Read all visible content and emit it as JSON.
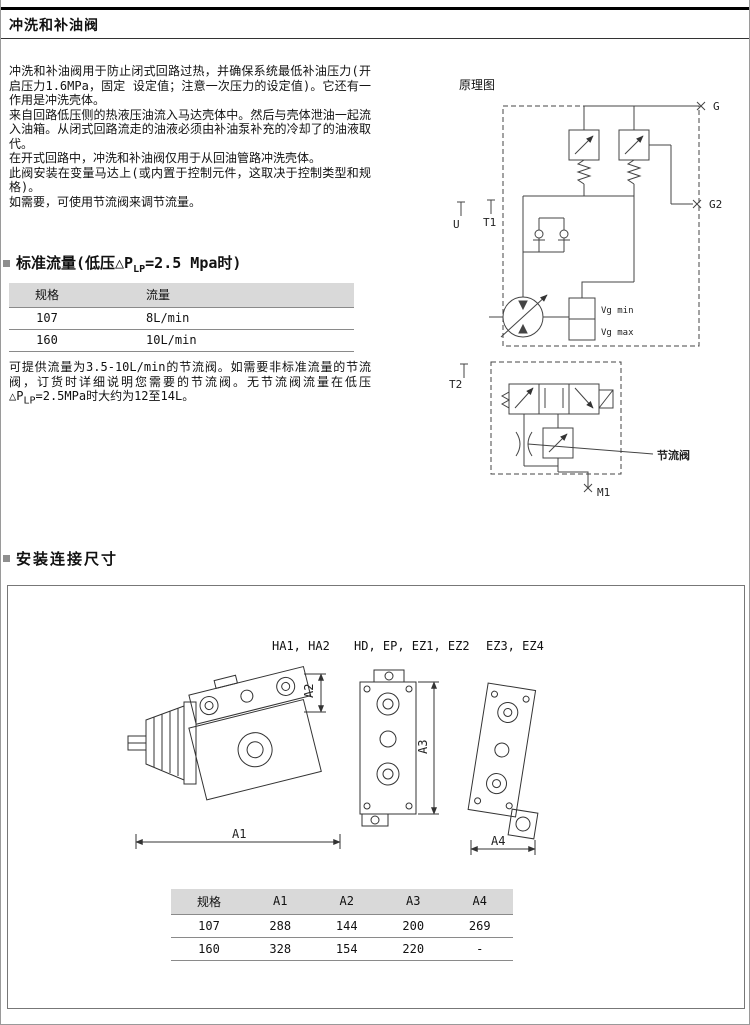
{
  "page": {
    "title": "冲洗和补油阀"
  },
  "intro": {
    "p1": "冲洗和补油阀用于防止闭式回路过热，并确保系统最低补油压力(开启压力1.6MPa，固定 设定值；注意一次压力的设定值)。它还有一作用是冲洗壳体。",
    "p2": "来自回路低压侧的热液压油流入马达壳体中。然后与壳体泄油一起流入油箱。从闭式回路流走的油液必须由补油泵补充的冷却了的油液取代。",
    "p3": "在开式回路中，冲洗和补油阀仅用于从回油管路冲洗壳体。",
    "p4": "此阀安装在变量马达上(或内置于控制元件，这取决于控制类型和规格)。",
    "p5": "如需要，可使用节流阀来调节流量。"
  },
  "schematic": {
    "label": "原理图",
    "ports": {
      "g": "G",
      "g2": "G2",
      "u": "U",
      "t1": "T1",
      "t2": "T2",
      "m1": "M1",
      "vg_min": "Vg min",
      "vg_max": "Vg max"
    },
    "throttle_label": "节流阀"
  },
  "flow_section": {
    "heading_pre": "标准流量(低压△P",
    "heading_sub": "LP",
    "heading_post": "=2.5 Mpa时)",
    "table": {
      "headers": [
        "规格",
        "流量"
      ],
      "rows": [
        [
          "107",
          "8L/min"
        ],
        [
          "160",
          "10L/min"
        ]
      ]
    },
    "note_pre": "可提供流量为3.5-10L/min的节流阀。如需要非标准流量的节流阀，订货时详细说明您需要的节流阀。无节流阀流量在低压△P",
    "note_sub": "LP",
    "note_post": "=2.5MPa时大约为12至14L。"
  },
  "dimensions_section": {
    "heading": "安装连接尺寸",
    "variants": [
      "HA1, HA2",
      "HD, EP, EZ1, EZ2",
      "EZ3, EZ4"
    ],
    "dims": {
      "a1": "A1",
      "a2": "A2",
      "a3": "A3",
      "a4": "A4"
    },
    "table": {
      "headers": [
        "规格",
        "A1",
        "A2",
        "A3",
        "A4"
      ],
      "rows": [
        [
          "107",
          "288",
          "144",
          "200",
          "269"
        ],
        [
          "160",
          "328",
          "154",
          "220",
          "-"
        ]
      ]
    }
  }
}
